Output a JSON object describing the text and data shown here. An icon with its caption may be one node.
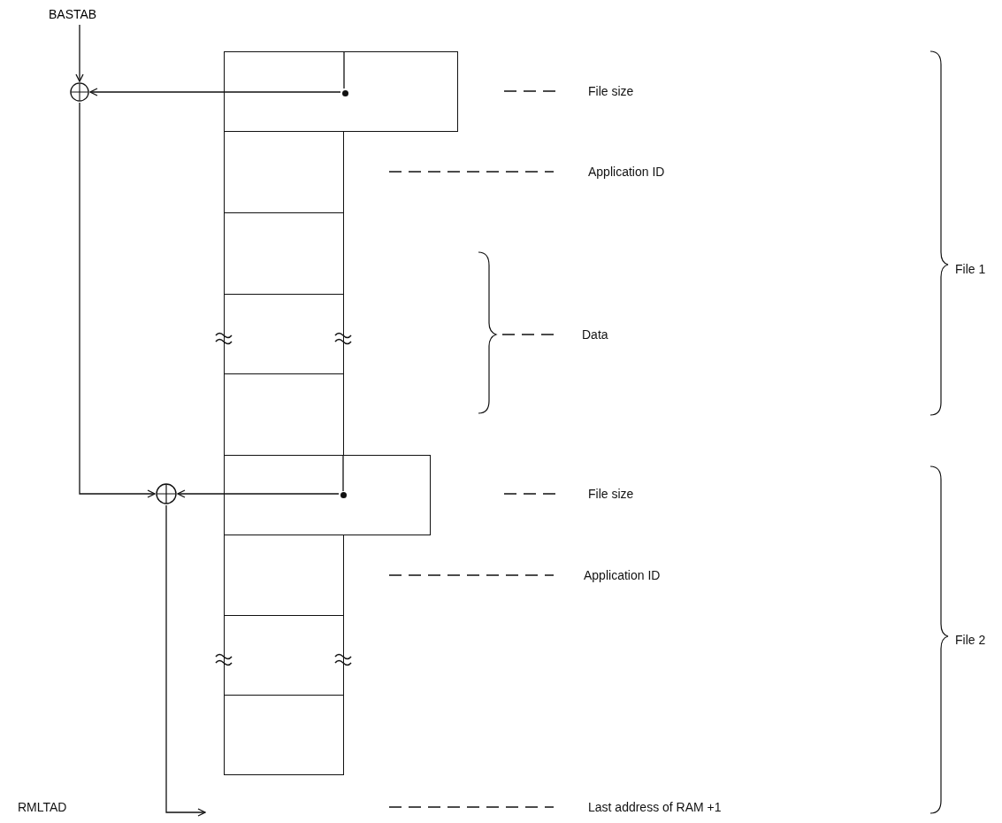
{
  "diagram": {
    "nodes": [
      {
        "text": [
          "BASTAB"
        ]
      },
      {
        "text": [],
        "shape": "circle"
      },
      {
        "text": [],
        "shape": "box"
      },
      {
        "text": [],
        "shape": "dot",
        "in": 2
      },
      {
        "text": [],
        "shape": "box"
      },
      {
        "text": [],
        "shape": "box"
      },
      {
        "text": [],
        "shape": "box"
      },
      {
        "text": [],
        "shape": "box"
      },
      {
        "text": [],
        "shape": "circle"
      },
      {
        "text": [],
        "shape": "box"
      },
      {
        "text": [],
        "shape": "dot",
        "in": 9
      },
      {
        "text": [],
        "shape": "box"
      },
      {
        "text": [],
        "shape": "box"
      },
      {
        "text": [],
        "shape": "box"
      }
    ],
    "edges": [
      {
        "from": 0,
        "to": 1,
        "arrow": "to"
      },
      {
        "from": 3,
        "to": 1,
        "arrow": "to"
      },
      {
        "from": 1,
        "to": 8,
        "arrow": "to"
      },
      {
        "from": 10,
        "to": 8,
        "arrow": "to"
      },
      {
        "from": 8,
        "to": null,
        "arrow": "to"
      }
    ],
    "labels": [
      "File size",
      "Application ID",
      "File 1",
      "Data",
      "File size",
      "Application ID",
      "File 2",
      "RMLTAD",
      "Last address of RAM +1"
    ]
  }
}
